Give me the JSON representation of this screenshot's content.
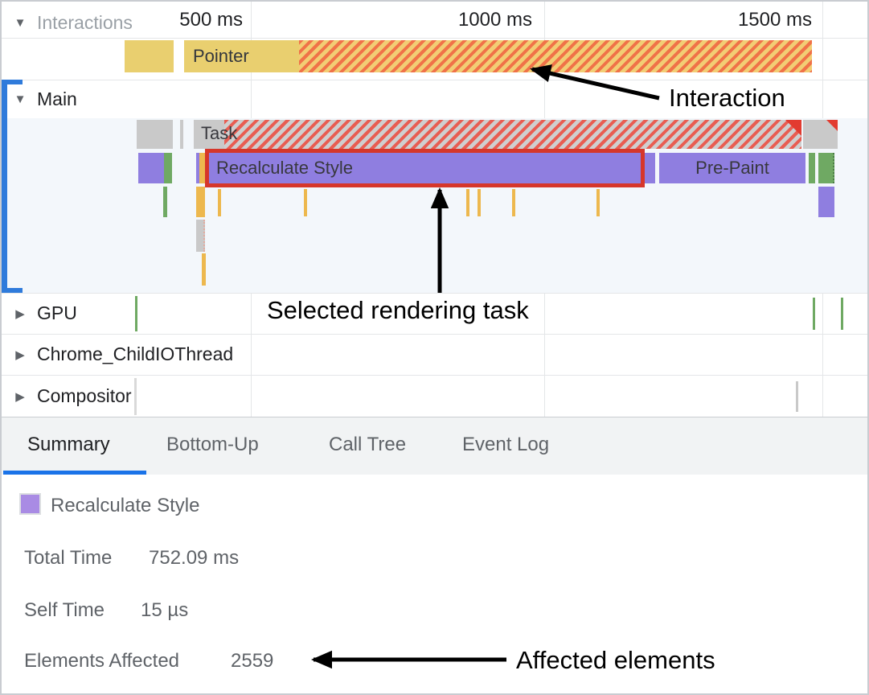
{
  "ruler": {
    "tick_labels": [
      "500 ms",
      "1000 ms",
      "1500 ms"
    ]
  },
  "tracks": {
    "interactions": {
      "label": "Interactions",
      "events": {
        "pointer": "Pointer"
      }
    },
    "main": {
      "label": "Main",
      "events": {
        "task": "Task",
        "selected": "Recalculate Style",
        "prepaint": "Pre-Paint"
      }
    },
    "gpu": {
      "label": "GPU"
    },
    "chrome_child_io": {
      "label": "Chrome_ChildIOThread"
    },
    "compositor": {
      "label": "Compositor"
    }
  },
  "tabs": {
    "items": [
      {
        "label": "Summary",
        "selected": true
      },
      {
        "label": "Bottom-Up",
        "selected": false
      },
      {
        "label": "Call Tree",
        "selected": false
      },
      {
        "label": "Event Log",
        "selected": false
      }
    ]
  },
  "summary": {
    "event_title": "Recalculate Style",
    "rows": [
      {
        "label": "Total Time",
        "value": "752.09 ms"
      },
      {
        "label": "Self Time",
        "value": "15 µs"
      },
      {
        "label": "Elements Affected",
        "value": "2559"
      }
    ]
  },
  "annotations": {
    "interaction": "Interaction",
    "selected_task": "Selected rendering task",
    "affected_elements": "Affected elements"
  },
  "colors": {
    "accent_blue": "#1a73e8",
    "selection_red": "#d6362a",
    "event_purple": "#8f7ee0",
    "event_green": "#6fa963",
    "event_yellow": "#e9cf6f",
    "event_orange": "#edb84e",
    "event_gray": "#c9c9c9",
    "hatch_orange": "#f07248",
    "hatch_red": "#e85d52",
    "selected_track_bg": "#f3f7fb",
    "text_gray": "#5f6368"
  }
}
